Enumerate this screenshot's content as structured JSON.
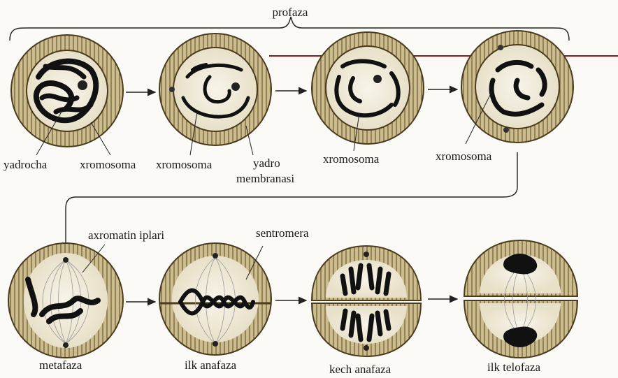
{
  "title": "profaza",
  "colors": {
    "ink": "#1a1a1a",
    "membrane_fill": "#c9b88a",
    "membrane_stroke": "#5a4a2a",
    "cytoplasm": "#f3efe4",
    "chromosome": "#111111",
    "accent_line": "#8a1c1c"
  },
  "labels": {
    "yadrocha": "yadrocha",
    "xromosoma_1": "xromosoma",
    "xromosoma_2": "xromosoma",
    "yadro_membranasi_1": "yadro",
    "yadro_membranasi_2": "membranasi",
    "xromosoma_3": "xromosoma",
    "xromosoma_4": "xromosoma",
    "axromatin_iplari": "axromatin iplari",
    "sentromera": "sentromera"
  },
  "stages": {
    "metafaza": "metafaza",
    "ilk_anafaza": "ilk anafaza",
    "kech_anafaza": "kech anafaza",
    "ilk_telofaza": "ilk telofaza"
  }
}
